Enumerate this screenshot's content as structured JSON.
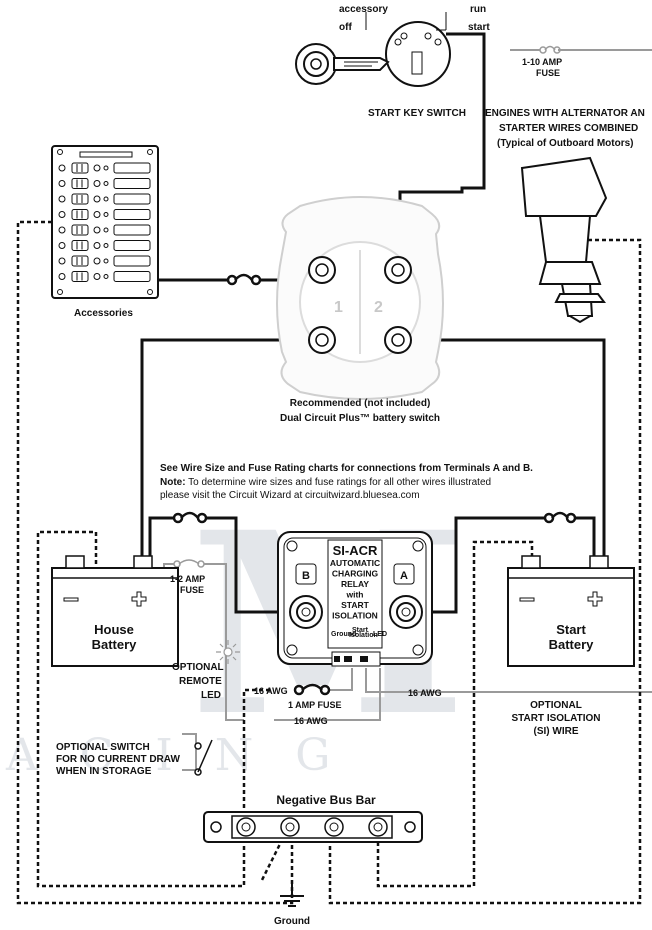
{
  "watermark": {
    "big": "M",
    "row": "A C I N G"
  },
  "key_switch": {
    "accessory": "accessory",
    "off": "off",
    "run": "run",
    "start": "start",
    "title": "START KEY SWITCH"
  },
  "fuse_top": {
    "line1": "1-10 AMP",
    "line2": "FUSE"
  },
  "engine": {
    "line1": "ENGINES WITH ALTERNATOR AN",
    "line2": "STARTER WIRES COMBINED",
    "line3": "(Typical of Outboard Motors)"
  },
  "accessories": {
    "label": "Accessories"
  },
  "battery_switch": {
    "pos1": "1",
    "pos2": "2",
    "line1": "Recommended (not included)",
    "line2": "Dual Circuit Plus™ battery switch"
  },
  "notes": {
    "heading": "See Wire Size and Fuse Rating charts for connections from Terminals A and B.",
    "note_label": "Note:",
    "note_text": " To determine wire sizes and fuse ratings for all other wires illustrated",
    "note_line2": "please visit the Circuit Wizard at circuitwizard.bluesea.com"
  },
  "relay": {
    "model": "SI-ACR",
    "lines": [
      "AUTOMATIC",
      "CHARGING",
      "RELAY",
      "with",
      "START",
      "ISOLATION"
    ],
    "term_b": "B",
    "term_a": "A",
    "ground": "Ground",
    "si1": "Start",
    "si2": "Isolation",
    "led": "LED"
  },
  "house_battery": {
    "line1": "House",
    "line2": "Battery",
    "minus": "−",
    "plus": "+"
  },
  "start_battery": {
    "line1": "Start",
    "line2": "Battery",
    "minus": "−",
    "plus": "+"
  },
  "fuse_small": {
    "line1": "1-2 AMP",
    "line2": "FUSE"
  },
  "led": {
    "line1": "OPTIONAL",
    "line2": "REMOTE",
    "line3": "LED"
  },
  "wires": {
    "awg_left": "16 AWG",
    "awg_mid": "16 AWG",
    "awg_right": "16 AWG",
    "amp_fuse": "1 AMP FUSE"
  },
  "si_wire": {
    "line1": "OPTIONAL",
    "line2": "START ISOLATION",
    "line3": "(SI) WIRE"
  },
  "switch_opt": {
    "line1": "OPTIONAL SWITCH",
    "line2": "FOR NO CURRENT DRAW",
    "line3": "WHEN IN STORAGE"
  },
  "bus_bar": {
    "label": "Negative Bus Bar"
  },
  "ground": {
    "label": "Ground"
  }
}
